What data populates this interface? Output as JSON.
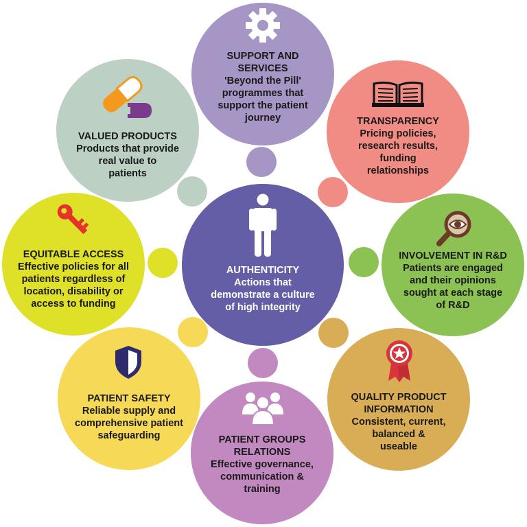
{
  "colors": {
    "center": "#635ea6",
    "support": "#a696c6",
    "transparency": "#f08c84",
    "involvement": "#8cc153",
    "quality": "#d8ad55",
    "groups": "#c288c0",
    "safety": "#f5d957",
    "access": "#dfe028",
    "valued": "#bcd0c4"
  },
  "center": {
    "icon": "person-icon",
    "title": "AUTHENTICITY",
    "desc": "Actions that\ndemonstrate a culture\nof high integrity"
  },
  "nodes": {
    "support": {
      "icon": "gear-icon",
      "title": "SUPPORT AND\nSERVICES",
      "desc": "'Beyond the Pill'\nprogrammes that\nsupport the patient\njourney"
    },
    "transparency": {
      "icon": "book-icon",
      "title": "TRANSPARENCY",
      "desc": "Pricing policies,\nresearch results,\nfunding\nrelationships"
    },
    "involvement": {
      "icon": "magnifier-eye-icon",
      "title": "INVOLVEMENT IN R&D",
      "desc": "Patients are engaged\nand their opinions\nsought at each stage\nof R&D"
    },
    "quality": {
      "icon": "rosette-icon",
      "title": "QUALITY PRODUCT\nINFORMATION",
      "desc": "Consistent, current,\nbalanced &\nuseable"
    },
    "groups": {
      "icon": "people-icon",
      "title": "PATIENT GROUPS\nRELATIONS",
      "desc": "Effective governance,\ncommunication &\ntraining"
    },
    "safety": {
      "icon": "shield-icon",
      "title": "PATIENT SAFETY",
      "desc": "Reliable supply and\ncomprehensive patient\nsafeguarding"
    },
    "access": {
      "icon": "key-icon",
      "title": "EQUITABLE ACCESS",
      "desc": "Effective policies for all\npatients regardless of\nlocation, disability or\naccess to funding"
    },
    "valued": {
      "icon": "capsule-icon",
      "title": "VALUED PRODUCTS",
      "desc": "Products that provide\nreal value to\npatients"
    }
  }
}
